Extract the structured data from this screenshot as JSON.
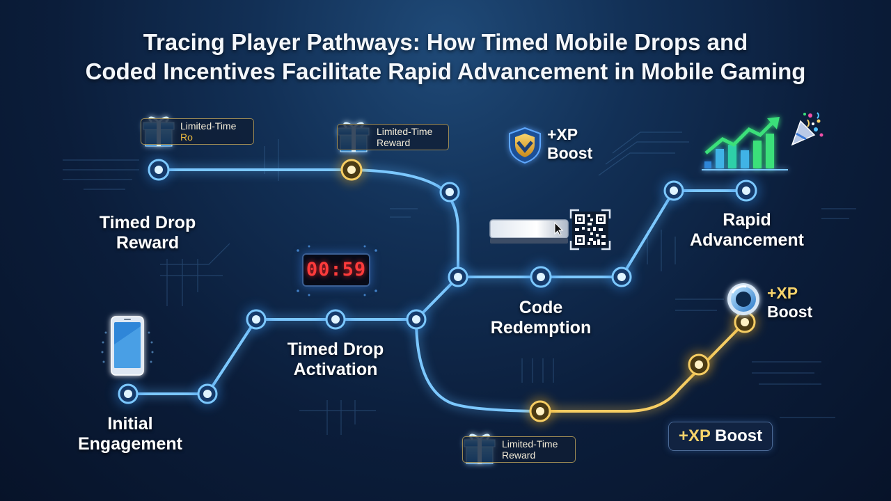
{
  "title": {
    "line1": "Tracing Player Pathways: How Timed Mobile Drops and",
    "line2": "Coded Incentives Facilitate Rapid Advancement in Mobile Gaming"
  },
  "stages": {
    "timed_drop_reward": {
      "line1": "Timed Drop",
      "line2": "Reward"
    },
    "initial_engagement": {
      "line1": "Initial",
      "line2": "Engagement"
    },
    "timed_drop_activation": {
      "line1": "Timed Drop",
      "line2": "Activation"
    },
    "code_redemption": {
      "line1": "Code",
      "line2": "Redemption"
    },
    "rapid_advancement": {
      "line1": "Rapid",
      "line2": "Advancement"
    }
  },
  "rewards": {
    "tag1": {
      "line1": "Limited-Time",
      "line2": "Ro"
    },
    "tag2": {
      "line1": "Limited-Time",
      "line2": "Reward"
    },
    "tag3": {
      "line1": "Limited-Time",
      "line2": "Reward"
    }
  },
  "boosts": {
    "shield": {
      "line1": "+XP",
      "line2": "Boost"
    },
    "gold": {
      "prefix": "+XP",
      "line2": "Boost"
    },
    "pill": {
      "prefix": "+XP",
      "suffix": " Boost"
    }
  },
  "timer": {
    "value": "00:59"
  },
  "icons": {
    "gift": "gift-box-icon",
    "shield": "shield-badge-icon",
    "phone": "smartphone-icon",
    "timer": "digital-timer-icon",
    "code_input": "code-input-bar-icon",
    "cursor": "cursor-arrow-icon",
    "qr": "qr-code-icon",
    "growth": "growth-chart-icon",
    "confetti": "party-popper-icon",
    "orb": "xp-orb-icon"
  },
  "colors": {
    "path_blue": "#5fb8ff",
    "path_gold": "#f3c24c",
    "node_blue": "#8fd8ff",
    "node_gold": "#ffd36a",
    "timer_red": "#ff3b3b",
    "growth_green": "#3be07a"
  }
}
